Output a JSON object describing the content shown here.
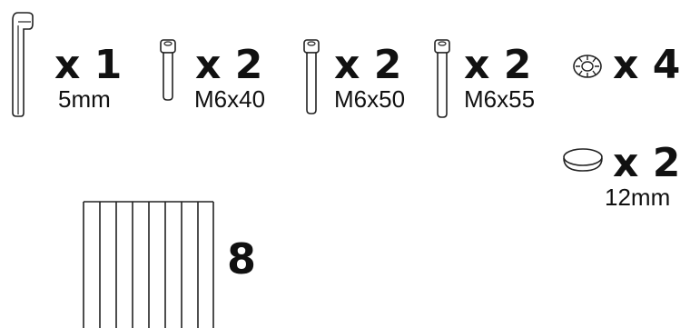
{
  "parts": [
    {
      "part": "hex-key",
      "quantity": "x 1",
      "size": "5mm"
    },
    {
      "part": "bolt",
      "quantity": "x 2",
      "size": "M6x40"
    },
    {
      "part": "bolt",
      "quantity": "x 2",
      "size": "M6x50"
    },
    {
      "part": "bolt",
      "quantity": "x 2",
      "size": "M6x55"
    },
    {
      "part": "lock-washer",
      "quantity": "x 4",
      "size": ""
    },
    {
      "part": "cover-cap",
      "quantity": "x 2",
      "size": "12mm"
    }
  ],
  "slats": {
    "count": "8",
    "icon": "slat-bundle-icon"
  }
}
